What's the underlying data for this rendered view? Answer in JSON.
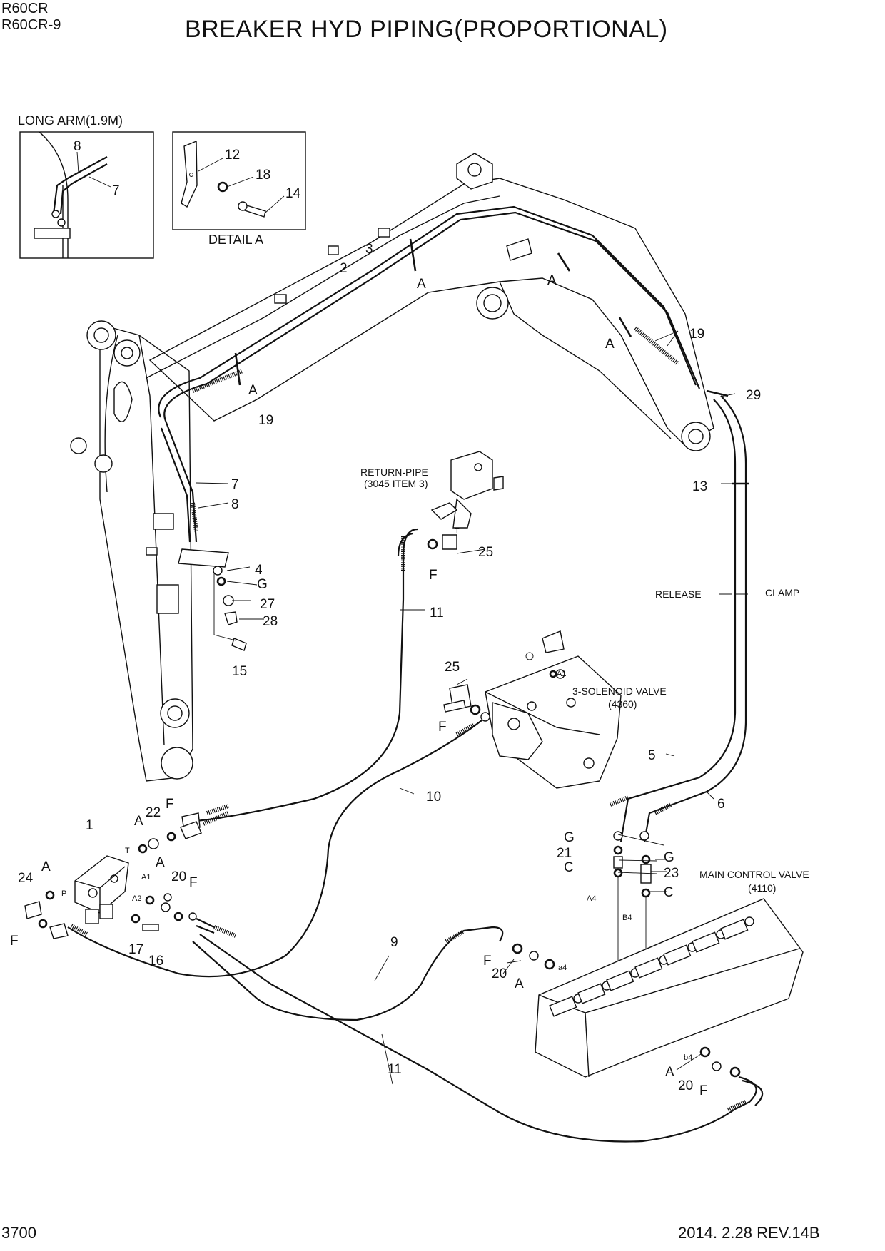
{
  "header": {
    "model_lines": [
      "R60CR",
      "R60CR-9"
    ],
    "title": "BREAKER HYD PIPING(PROPORTIONAL)"
  },
  "inset_long_arm": {
    "caption": "LONG ARM(1.9M)",
    "callouts": [
      "8",
      "7"
    ]
  },
  "inset_detail": {
    "caption": "DETAIL A",
    "callouts": [
      "12",
      "18",
      "14"
    ]
  },
  "notes": {
    "return_pipe": [
      "RETURN-PIPE",
      "(3045 ITEM 3)"
    ],
    "solenoid_valve": [
      "3-SOLENOID VALVE",
      "(4360)"
    ],
    "main_control_valve": [
      "MAIN CONTROL VALVE",
      "(4110)"
    ],
    "release": "RELEASE",
    "clamp": "CLAMP"
  },
  "callouts": {
    "c2": "2",
    "c3": "3",
    "cA_boom1": "A",
    "cA_boom2": "A",
    "cA_boom3": "A",
    "cA_boom4": "A",
    "c19_top": "19",
    "c19_left": "19",
    "c29": "29",
    "c13": "13",
    "c7": "7",
    "c8": "8",
    "c4": "4",
    "cG_1": "G",
    "c27": "27",
    "c28": "28",
    "c15": "15",
    "c25_top": "25",
    "cF_top": "F",
    "cT": "T",
    "c11_mid": "11",
    "c25_mid": "25",
    "cF_mid": "F",
    "cA1_sol": "A1",
    "c5": "5",
    "c6": "6",
    "c10": "10",
    "c1": "1",
    "cA_v1": "A",
    "c22": "22",
    "cF_v1": "F",
    "cT_v": "T",
    "cA1_v": "A1",
    "cA2_v": "A2",
    "cP_v": "P",
    "c24": "24",
    "cA_v2": "A",
    "cA_v3": "A",
    "c20_v": "20",
    "cF_v2": "F",
    "cF_v3": "F",
    "c17": "17",
    "c16": "16",
    "cG_2": "G",
    "c21": "21",
    "cC_1": "C",
    "cG_3": "G",
    "c23": "23",
    "cC_2": "C",
    "cA4": "A4",
    "cB4": "B4",
    "c9": "9",
    "cF_a4": "F",
    "c20_a4": "20",
    "cA_a4": "A",
    "ca4": "a4",
    "cb4": "b4",
    "cA_b4": "A",
    "c20_b4": "20",
    "cF_b4": "F",
    "c11_bottom": "11"
  },
  "footer": {
    "page": "3700",
    "date_rev": "2014. 2.28  REV.14B"
  }
}
